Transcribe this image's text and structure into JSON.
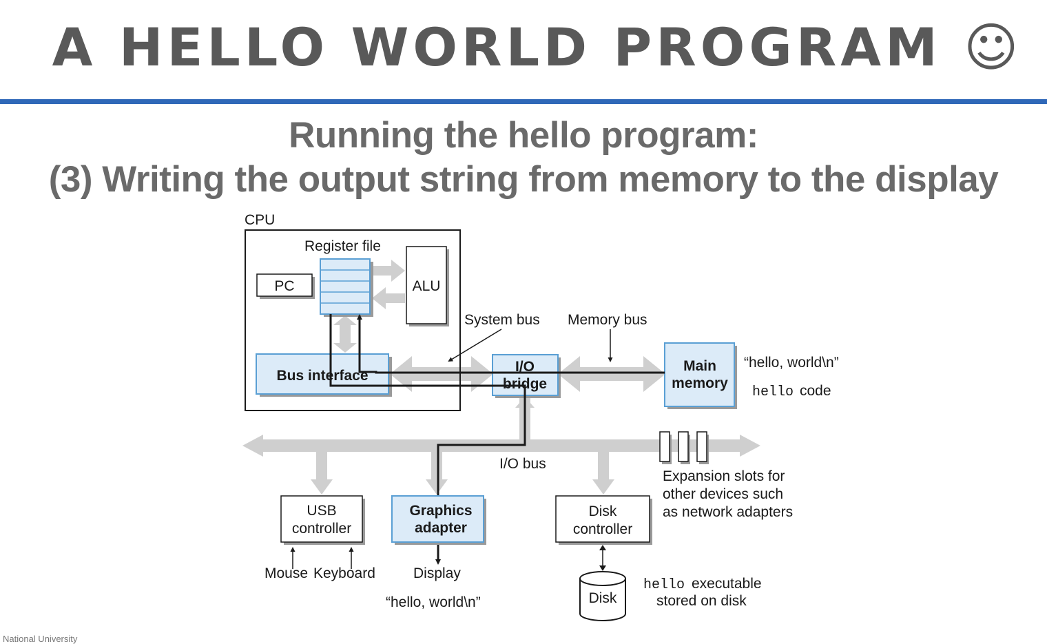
{
  "title": "A HELLO WORLD PROGRAM ☺",
  "subtitle_line1": "Running the hello program:",
  "subtitle_line2": "(3) Writing the output string from memory to the display",
  "footer": "National University",
  "diagram": {
    "cpu_label": "CPU",
    "register_file_label": "Register file",
    "pc_label": "PC",
    "alu_label": "ALU",
    "bus_interface_label": "Bus interface",
    "system_bus_label": "System bus",
    "memory_bus_label": "Memory bus",
    "io_bridge_line1": "I/O",
    "io_bridge_line2": "bridge",
    "main_memory_line1": "Main",
    "main_memory_line2": "memory",
    "memory_string": "“hello, world\\n”",
    "memory_code_mono": "hello",
    "memory_code_text": "code",
    "io_bus_label": "I/O bus",
    "usb_line1": "USB",
    "usb_line2": "controller",
    "graphics_line1": "Graphics",
    "graphics_line2": "adapter",
    "disk_ctrl_line1": "Disk",
    "disk_ctrl_line2": "controller",
    "expansion_line1": "Expansion slots for",
    "expansion_line2": "other devices such",
    "expansion_line3": "as network adapters",
    "mouse_label": "Mouse",
    "keyboard_label": "Keyboard",
    "display_label": "Display",
    "display_string": "“hello, world\\n”",
    "disk_label": "Disk",
    "disk_note_mono": "hello",
    "disk_note_text": "executable",
    "disk_note_line2": "stored on disk"
  },
  "colors": {
    "title": "#595959",
    "rule": "#2f68b8",
    "box_fill_blue": "#dcebf8",
    "box_border_blue": "#5a9fd4",
    "bus_gray": "#cfcfcf"
  }
}
